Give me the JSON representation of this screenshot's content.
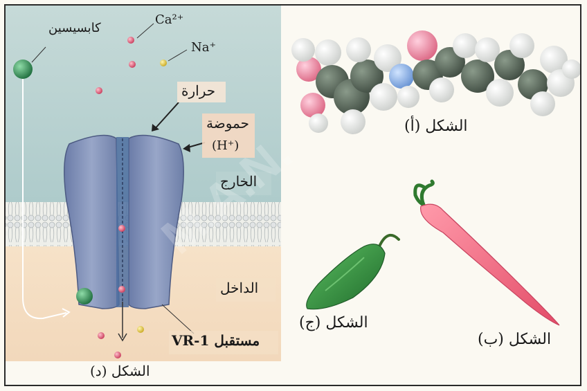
{
  "panel_d": {
    "capsaicin": "كابسيسين",
    "calcium": "Ca²⁺",
    "sodium": "Na⁺",
    "heat": "حرارة",
    "acidity": "حموضة",
    "hydrogen_ion": "(H⁺)",
    "outside": "الخارج",
    "inside": "الداخل",
    "receptor": "مستقبل VR-1",
    "caption": "الشكل (د)"
  },
  "panel_a": {
    "caption": "الشكل (أ)"
  },
  "panel_b": {
    "caption": "الشكل (ب)"
  },
  "panel_c": {
    "caption": "الشكل (ج)"
  },
  "watermark": "M.A.N.",
  "colors": {
    "outside_bg": "#b9d2d0",
    "inside_bg": "#f3dcc1",
    "channel": "#7f8fb5",
    "capsaicin": "#2e8a52",
    "ion_red": "#d44a6a",
    "ion_yellow": "#e6d040",
    "red_pepper": "#e8647a",
    "green_pepper": "#2f8a3a"
  }
}
